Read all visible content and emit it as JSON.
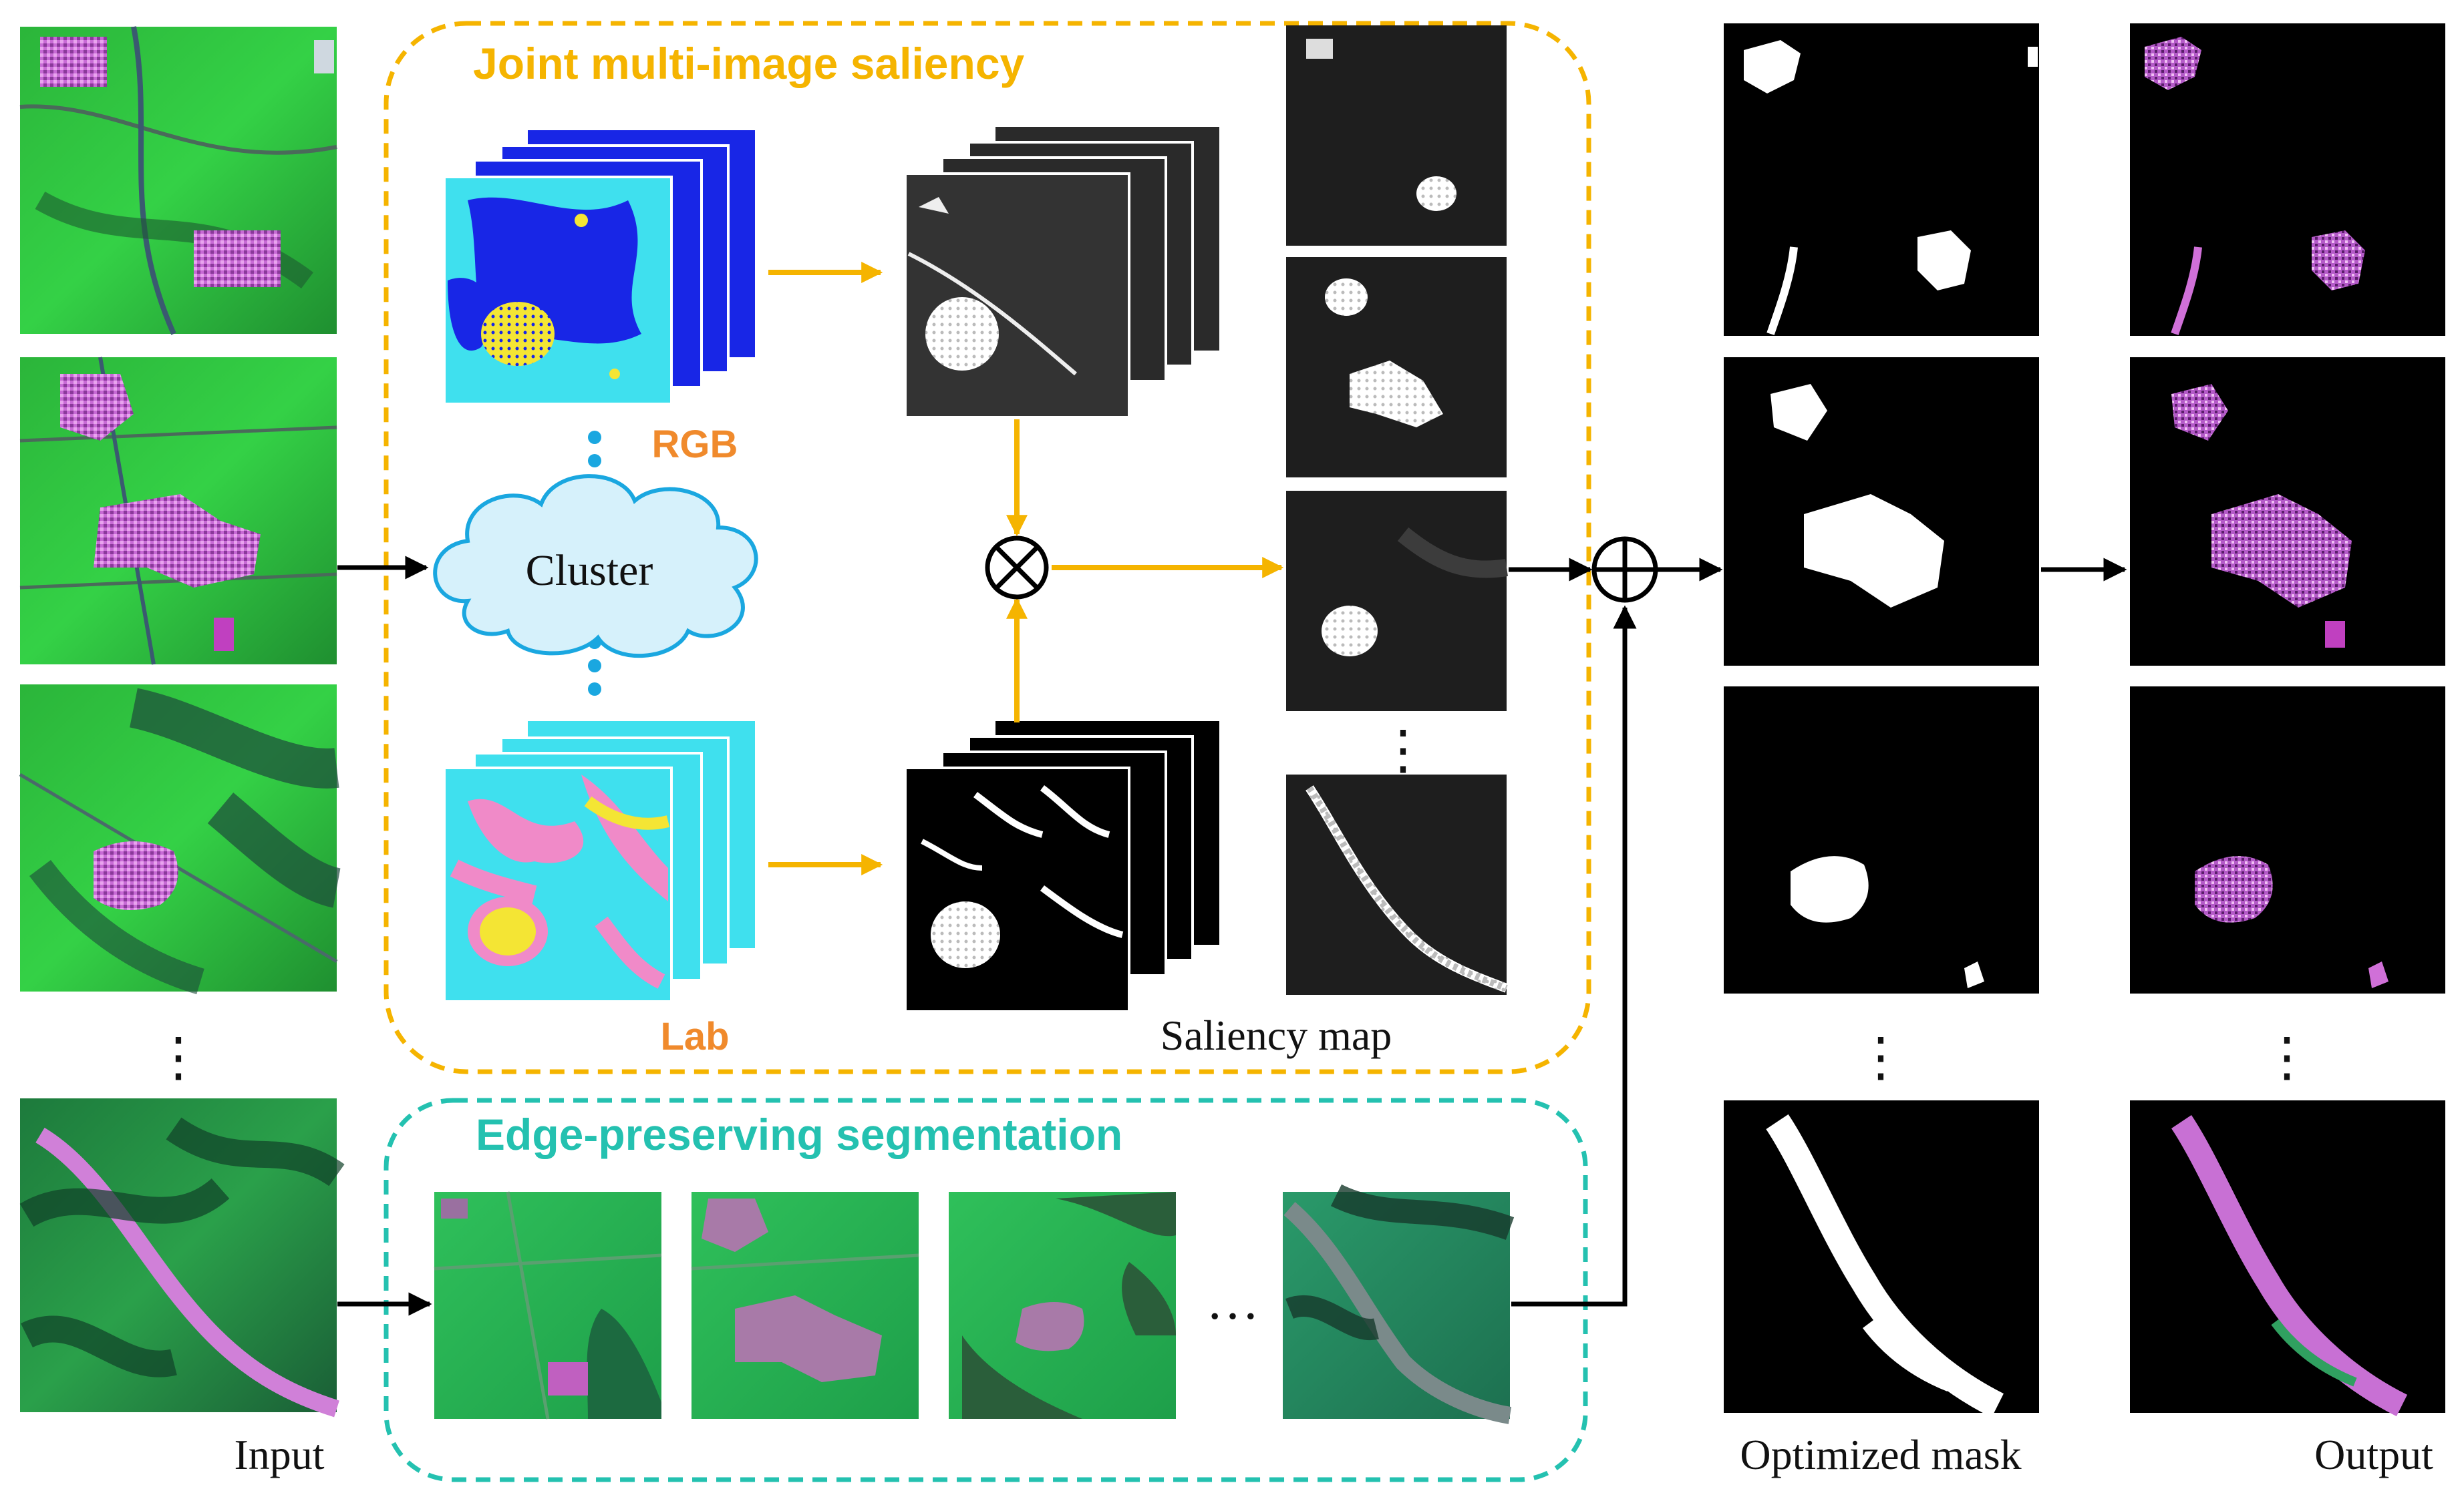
{
  "panels": {
    "saliency_title": "Joint multi-image saliency",
    "segmentation_title": "Edge-preserving segmentation"
  },
  "labels": {
    "input": "Input",
    "cluster": "Cluster",
    "rgb": "RGB",
    "lab": "Lab",
    "saliency_map": "Saliency map",
    "optimized_mask": "Optimized mask",
    "output": "Output"
  },
  "operators": {
    "multiply": "⊗",
    "add": "⊕"
  },
  "colors": {
    "saliency_border": "#f5b400",
    "saliency_title": "#f5b400",
    "segmentation_border": "#24c1b0",
    "segmentation_title": "#24c1b0",
    "tag_text": "#f08a2c",
    "cloud_fill": "#d6f1fb",
    "cloud_stroke": "#1aa7e0",
    "orange_arrow": "#f5b400",
    "black_arrow": "#000000"
  }
}
